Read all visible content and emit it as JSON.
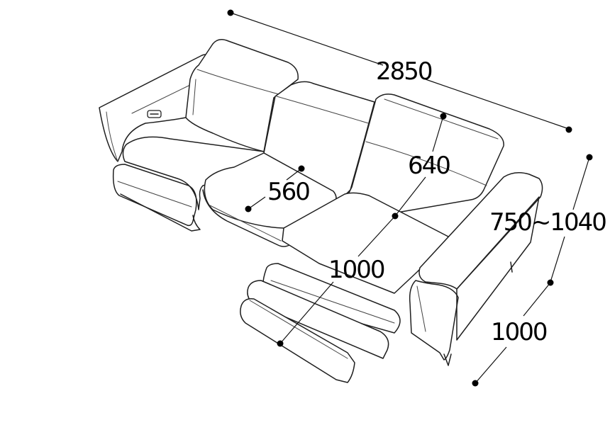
{
  "dimensions": {
    "total_width": "2850",
    "seat_depth": "560",
    "back_height": "640",
    "footrest_length": "1000",
    "height_range": "750~1040",
    "arm_depth": "1000"
  },
  "colors": {
    "line": "#1f1f1f",
    "dot": "#000000",
    "background": "#ffffff"
  },
  "icons": [
    "recline-button-icon"
  ]
}
